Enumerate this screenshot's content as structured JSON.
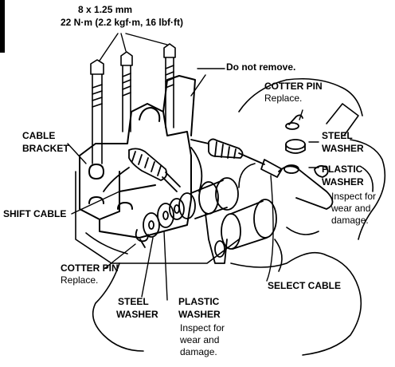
{
  "labels": {
    "bolt_size": "8 x 1.25 mm",
    "bolt_torque": "22 N·m (2.2 kgf·m, 16 lbf·ft)",
    "do_not_remove": "Do not remove.",
    "cotter_pin_right": "COTTER PIN",
    "cotter_pin_right_note": "Replace.",
    "steel_washer_right_1": "STEEL",
    "steel_washer_right_2": "WASHER",
    "plastic_washer_right_1": "PLASTIC",
    "plastic_washer_right_2": "WASHER",
    "plastic_washer_right_note_1": "Inspect for",
    "plastic_washer_right_note_2": "wear and",
    "plastic_washer_right_note_3": "damage.",
    "cable_bracket_1": "CABLE",
    "cable_bracket_2": "BRACKET",
    "shift_cable": "SHIFT CABLE",
    "cotter_pin_left": "COTTER PIN",
    "cotter_pin_left_note": "Replace.",
    "select_cable": "SELECT CABLE",
    "steel_washer_bottom_1": "STEEL",
    "steel_washer_bottom_2": "WASHER",
    "plastic_washer_bottom_1": "PLASTIC",
    "plastic_washer_bottom_2": "WASHER",
    "plastic_washer_bottom_note_1": "Inspect for",
    "plastic_washer_bottom_note_2": "wear and",
    "plastic_washer_bottom_note_3": "damage."
  }
}
